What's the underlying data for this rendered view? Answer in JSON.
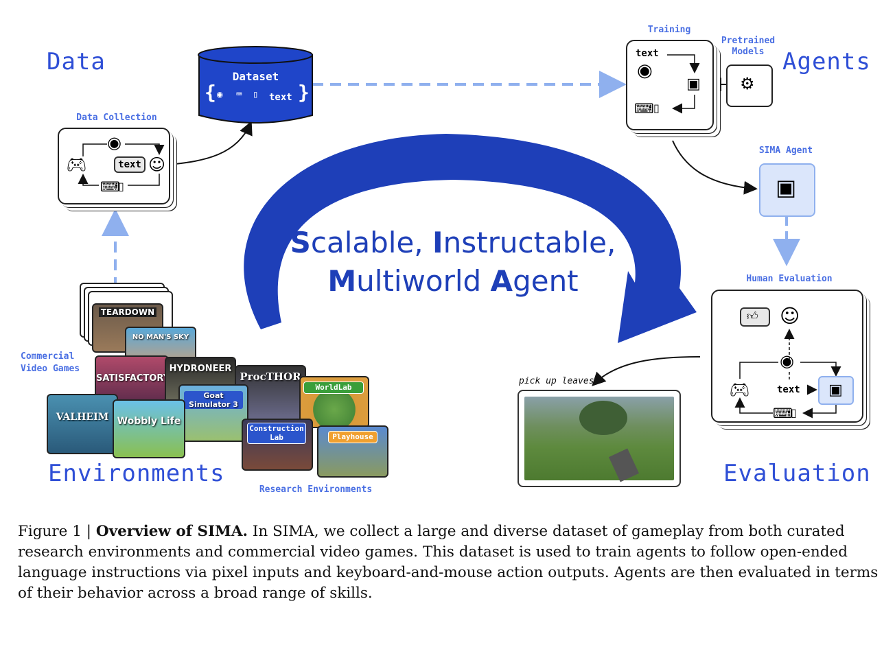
{
  "sections": {
    "data": "Data",
    "agents": "Agents",
    "environments": "Environments",
    "evaluation": "Evaluation"
  },
  "labels": {
    "data_collection": "Data Collection",
    "training": "Training",
    "pretrained_models": "Pretrained\nModels",
    "sima_agent": "SIMA Agent",
    "human_evaluation": "Human Evaluation",
    "commercial_video_games": "Commercial\nVideo Games",
    "research_environments": "Research Environments",
    "instruction": "pick up leaves"
  },
  "dataset": {
    "title": "Dataset",
    "text": "text"
  },
  "card_text": {
    "data_collection_text": "text",
    "training_text": "text",
    "evaluation_text": "text"
  },
  "center_title": {
    "line1_a": "S",
    "line1_b": "calable, ",
    "line1_c": "I",
    "line1_d": "nstructable,",
    "line2_a": "M",
    "line2_b": "ultiworld ",
    "line2_c": "A",
    "line2_d": "gent"
  },
  "games": {
    "teardown": "TEARDOWN",
    "no_mans_sky": "NO MAN'S SKY",
    "satisfactory": "SATISFACTORY",
    "hydroneer": "HYDRONEER",
    "goat_simulator": "Goat Simulator 3",
    "valheim": "VALHEIM",
    "wobbly_life": "Wobbly Life",
    "procthor": "ProcTHOR",
    "worldlab": "WorldLab",
    "construction_lab": "Construction Lab",
    "playhouse": "Playhouse"
  },
  "caption": {
    "prefix": "Figure 1 | ",
    "bold": "Overview of SIMA.",
    "body": " In SIMA, we collect a large and diverse dataset of gameplay from both curated research environments and commercial video games. This dataset is used to train agents to follow open-ended language instructions via pixel inputs and keyboard-and-mouse action outputs. Agents are then evaluated in terms of their behavior across a broad range of skills."
  },
  "colors": {
    "accent": "#2f4fd6",
    "arc": "#1e3fb8",
    "dataset_fill": "#1f45c9",
    "dashed_arrow": "#8fb0ee",
    "agent_fill": "#dbe6fb"
  },
  "icons": [
    "eye-icon",
    "keyboard-icon",
    "mouse-icon",
    "gamepad-icon",
    "face-icon",
    "robot-icon",
    "gears-icon",
    "thumbs-icon"
  ]
}
